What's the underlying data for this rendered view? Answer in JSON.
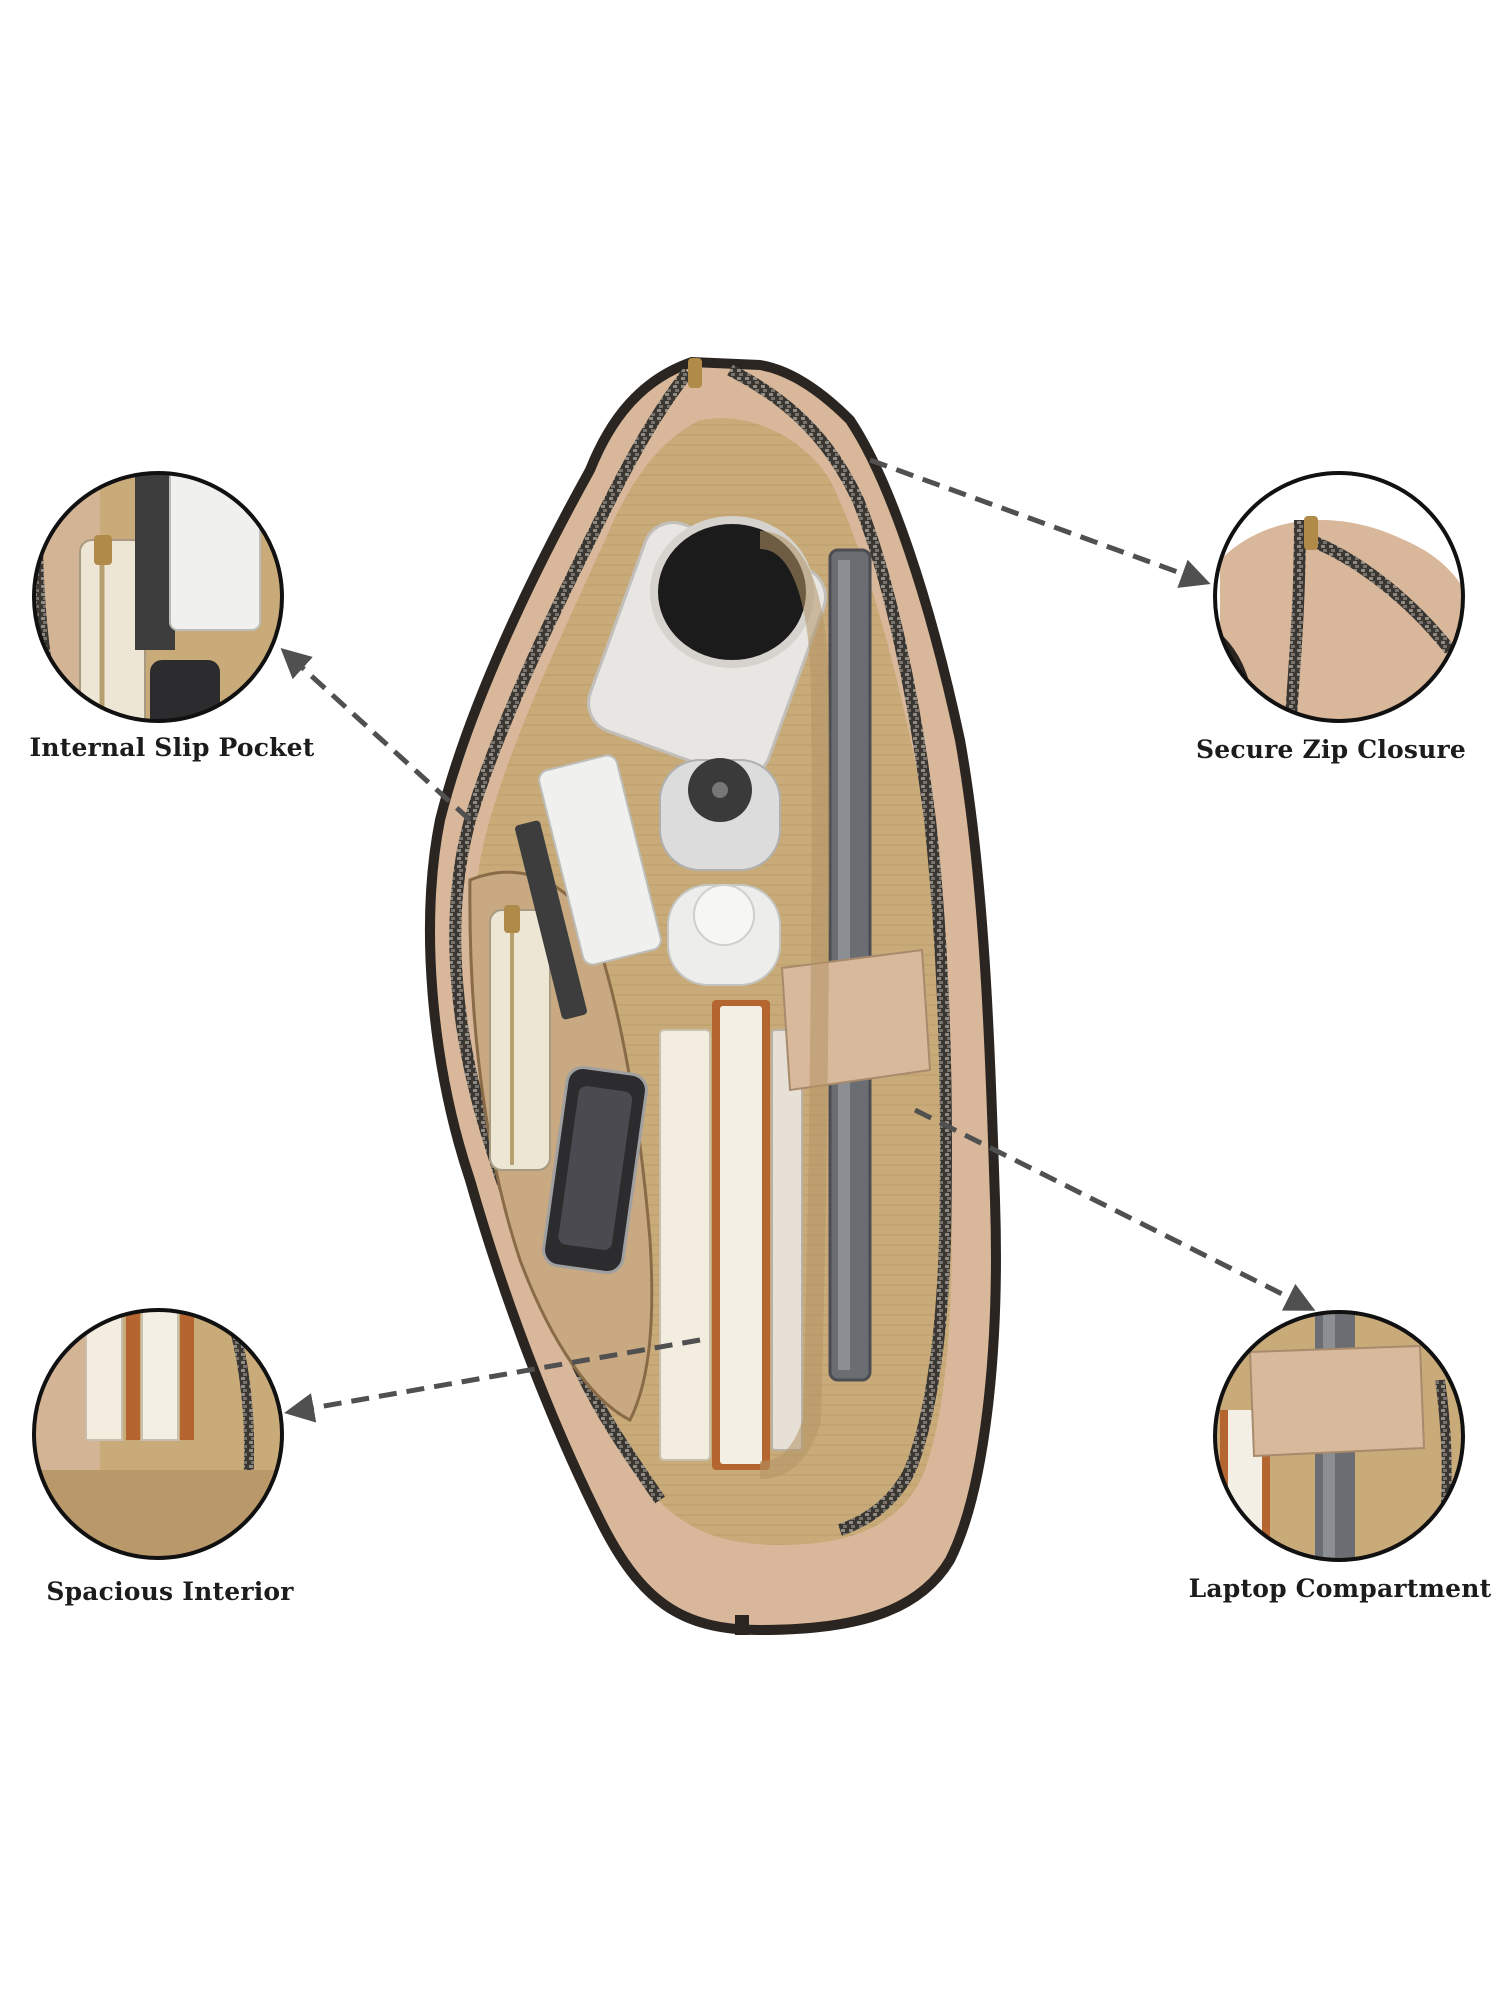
{
  "callouts": {
    "internal_slip_pocket": "Internal Slip Pocket",
    "secure_zip_closure": "Secure Zip Closure",
    "spacious_interior": "Spacious Interior",
    "laptop_compartment": "Laptop Compartment"
  },
  "colors": {
    "background": "#ffffff",
    "leather_tan": "#d8b79a",
    "leather_dark_edge": "#2b2521",
    "lining": "#c9ab7a",
    "zipper_metal": "#5d5850",
    "zipper_pull_brass": "#b08a48",
    "arrow": "#505050",
    "label_text": "#1c1c1c"
  },
  "icons": {
    "arrow_head": "triangle-arrowhead-icon",
    "callout_frame": "circle-detail-icon"
  }
}
